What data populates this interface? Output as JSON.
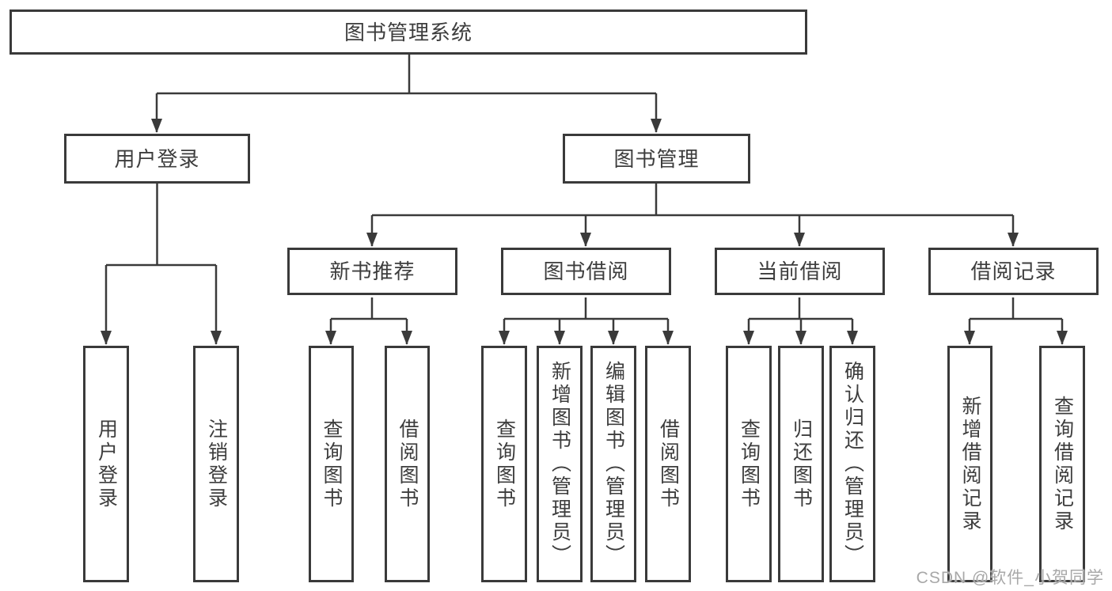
{
  "diagram": {
    "root_label": "图书管理系统",
    "branches": {
      "user": {
        "label": "用户登录",
        "children": [
          "用户登录",
          "注销登录"
        ]
      },
      "book": {
        "label": "图书管理",
        "sections": [
          {
            "label": "新书推荐",
            "children": [
              "查询图书",
              "借阅图书"
            ]
          },
          {
            "label": "图书借阅",
            "children": [
              "查询图书",
              "新增图书（管理员）",
              "编辑图书（管理员）",
              "借阅图书"
            ]
          },
          {
            "label": "当前借阅",
            "children": [
              "查询图书",
              "归还图书",
              "确认归还（管理员）"
            ]
          },
          {
            "label": "借阅记录",
            "children": [
              "新增借阅记录",
              "查询借阅记录"
            ]
          }
        ]
      }
    }
  },
  "watermark": {
    "text": "CSDN @软件_小贺同学"
  },
  "colors": {
    "line": "#3a3a3a",
    "text": "#3d3d3d",
    "background": "#ffffff",
    "watermark": "#a8a8a8"
  }
}
